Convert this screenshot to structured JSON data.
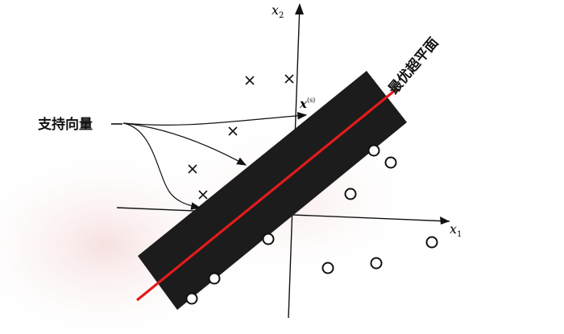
{
  "labels": {
    "x1_var": "x",
    "x1_sub": "1",
    "x2_var": "x",
    "x2_sub": "2",
    "support_vectors": "支持向量",
    "optimal_hyperplane": "最优超平面",
    "xs_var": "x",
    "xs_sup": "(s)"
  },
  "colors": {
    "hyperplane": "#e31b1b",
    "margin_band": "#1c1c1c",
    "ink": "#111111",
    "watermark": "#f3d9d9"
  }
}
